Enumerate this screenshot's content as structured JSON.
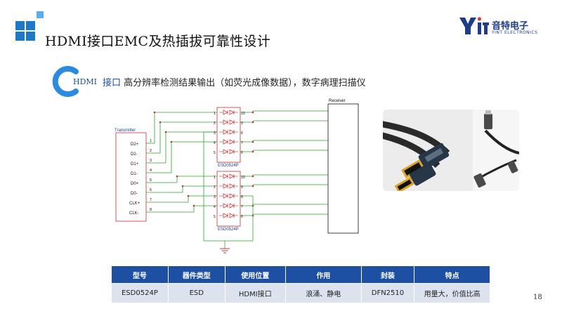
{
  "header": {
    "title": "HDMI接口EMC及热插拔可靠性设计",
    "brand_cn": "音特电子",
    "brand_en": "YINT ELECTRONICS"
  },
  "subtitle": {
    "tag": "HDMI",
    "highlight": "接口",
    "text": "高分辨率检测结果输出（如荧光成像数据），数字病理扫描仪"
  },
  "circuit": {
    "transmitter_label": "Transmitter",
    "receiver_label": "Receiver",
    "pins": [
      "D2+",
      "D2-",
      "D1+",
      "D1-",
      "D0+",
      "D0-",
      "CLK+",
      "CLK-"
    ],
    "pin_numbers": [
      "1",
      "2",
      "3",
      "4",
      "5",
      "6",
      "7",
      "8"
    ],
    "chip_label_1": "ESD0524P",
    "chip_label_2": "ESD0524P",
    "chip_pins_left": [
      "1",
      "2",
      "3",
      "4",
      "5"
    ],
    "chip_pins_right": [
      "10",
      "9",
      "8",
      "7",
      "6"
    ]
  },
  "table": {
    "headers": [
      "型号",
      "器件类型",
      "使用位置",
      "作用",
      "封装",
      "特点"
    ],
    "rows": [
      [
        "ESD0524P",
        "ESD",
        "HDMI接口",
        "浪涌、静电",
        "DFN2510",
        "用量大，价值比高"
      ]
    ]
  },
  "page_number": "18",
  "colors": {
    "accent_blue": "#1d4fa3",
    "logo_blue": "#2a8be0",
    "wire_green": "#2aa52a",
    "chip_red": "#c83030"
  }
}
